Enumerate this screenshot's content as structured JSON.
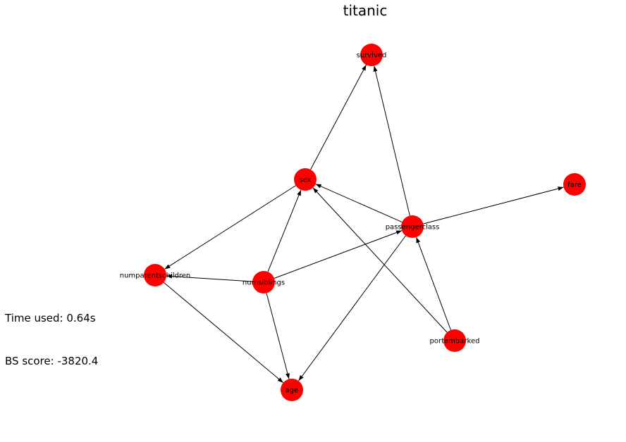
{
  "title": "titanic",
  "stats": {
    "time_used": "Time used: 0.64s",
    "bs_score": "BS score: -3820.4"
  },
  "colors": {
    "node": "#ff0000",
    "edge": "#000000",
    "text": "#000000"
  },
  "graph": {
    "nodes": [
      {
        "id": "survived",
        "label": "survived"
      },
      {
        "id": "sex",
        "label": "sex"
      },
      {
        "id": "fare",
        "label": "fare"
      },
      {
        "id": "passengerclass",
        "label": "passengerclass"
      },
      {
        "id": "numparentschildren",
        "label": "numparentschildren"
      },
      {
        "id": "numsiblings",
        "label": "numsiblings"
      },
      {
        "id": "portembarked",
        "label": "portembarked"
      },
      {
        "id": "age",
        "label": "age"
      }
    ],
    "edges": [
      {
        "from": "sex",
        "to": "survived"
      },
      {
        "from": "passengerclass",
        "to": "survived"
      },
      {
        "from": "passengerclass",
        "to": "sex"
      },
      {
        "from": "passengerclass",
        "to": "fare"
      },
      {
        "from": "passengerclass",
        "to": "age"
      },
      {
        "from": "sex",
        "to": "numparentschildren"
      },
      {
        "from": "numsiblings",
        "to": "sex"
      },
      {
        "from": "numsiblings",
        "to": "passengerclass"
      },
      {
        "from": "numsiblings",
        "to": "numparentschildren"
      },
      {
        "from": "numsiblings",
        "to": "age"
      },
      {
        "from": "numparentschildren",
        "to": "age"
      },
      {
        "from": "portembarked",
        "to": "sex"
      },
      {
        "from": "portembarked",
        "to": "passengerclass"
      }
    ]
  }
}
